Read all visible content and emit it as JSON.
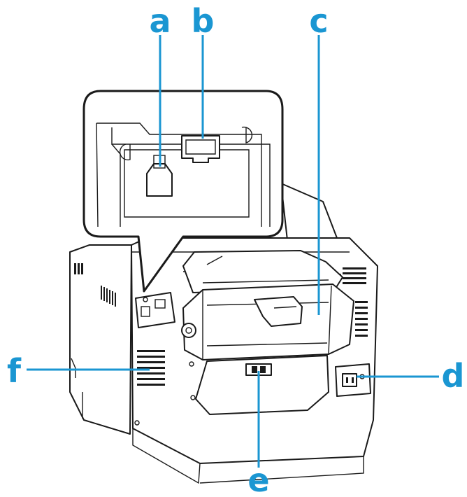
{
  "diagram": {
    "accent_color": "#1a96d2",
    "line_color": "#1a1a1a",
    "callouts": [
      {
        "id": "a",
        "label": "a"
      },
      {
        "id": "b",
        "label": "b"
      },
      {
        "id": "c",
        "label": "c"
      },
      {
        "id": "d",
        "label": "d"
      },
      {
        "id": "e",
        "label": "e"
      },
      {
        "id": "f",
        "label": "f"
      }
    ]
  }
}
